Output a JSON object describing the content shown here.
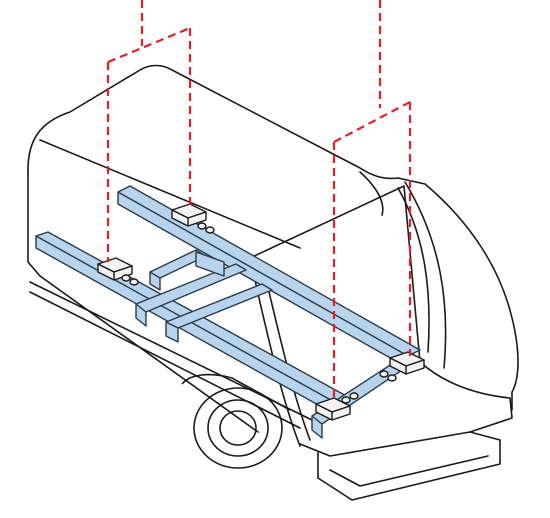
{
  "colors": {
    "outline": "#1a1a1a",
    "frame_fill": "#b8d4ec",
    "frame_stroke": "#2a3a4a",
    "mount_fill": "#f2f2f2",
    "guide_line": "#e0202a",
    "background": "#ffffff"
  },
  "parts": {
    "vehicle": "van-cutaway",
    "rack": "roof-rack-frame",
    "mounts": 4,
    "guides": 2
  }
}
